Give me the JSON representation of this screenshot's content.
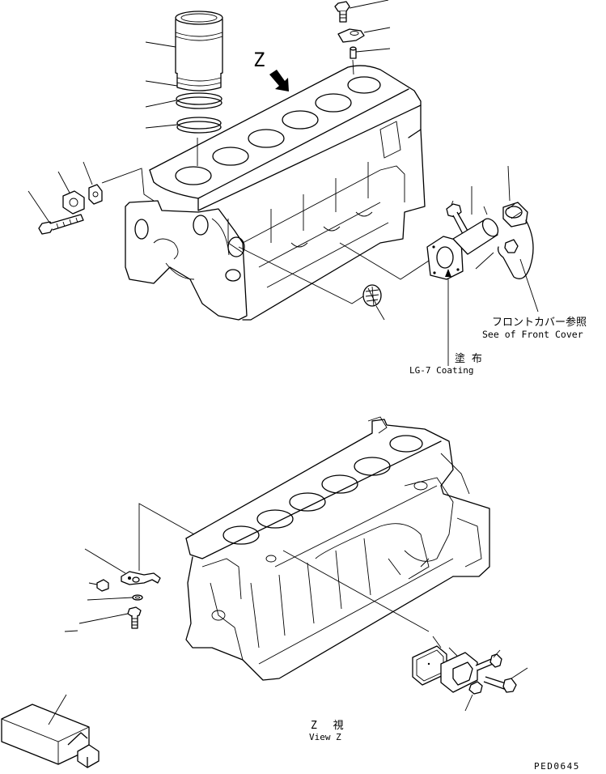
{
  "view_marker": "Z",
  "notes": {
    "front_cover_jp": "フロントカバー参照",
    "front_cover_en": "See of Front Cover",
    "coating_jp": "塗 布",
    "coating_en": "LG-7 Coating",
    "view_jp": "Z 視",
    "view_en": "View Z"
  },
  "drawing_number": "PED0645"
}
